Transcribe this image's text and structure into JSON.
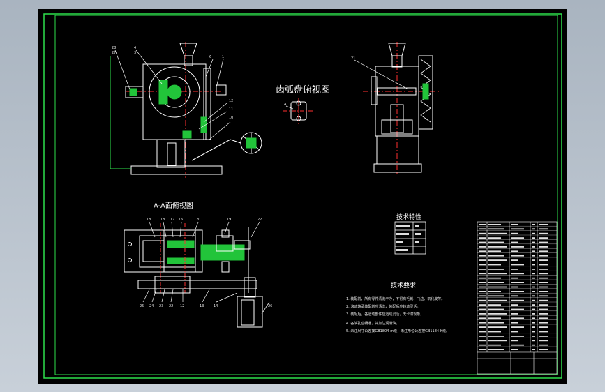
{
  "views": {
    "top_view_title": "齿弧盘俯视图",
    "section_title": "A-A面俯视图"
  },
  "specs": {
    "title": "技术特性"
  },
  "requirements": {
    "title": "技术要求",
    "items": [
      "1. 装配前，所有零件清洗干净，不得有毛刺、飞边、氧化皮等。",
      "2. 滚动轴承装配前应清洗，装配后应转动灵活。",
      "3. 装配后，各运动部件应运动灵活，无卡滞现象。",
      "4. 各油孔应畅通，并加注润滑油。",
      "5. 未注尺寸公差按GB1804-m级，未注形位公差按GB1184-K级。"
    ]
  },
  "colors": {
    "frame": "#2ee04c",
    "line": "#ffffff",
    "centerline": "#ff3030",
    "part_fill": "#22c43a",
    "bg": "#000000"
  }
}
